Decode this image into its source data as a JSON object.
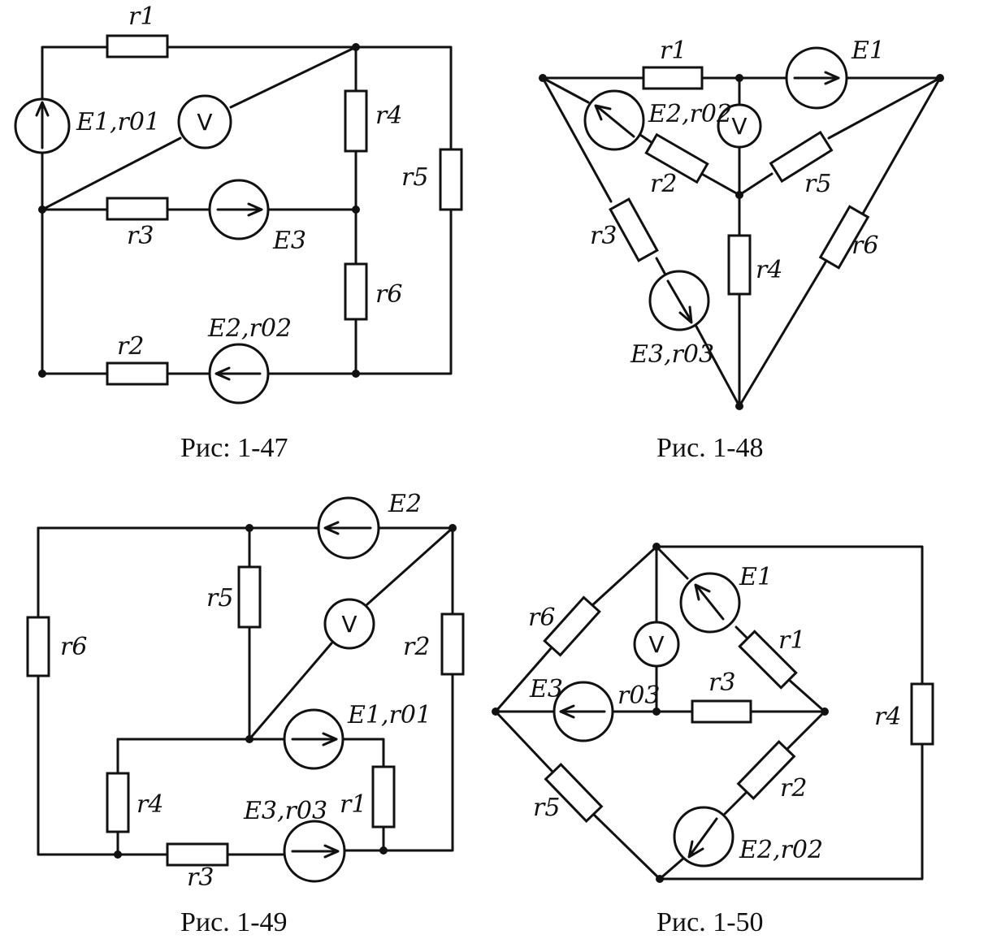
{
  "figures": [
    {
      "id": "fig-1-47",
      "caption": "Рис: 1-47",
      "labels": {
        "r1": "r1",
        "e1": "E1,r01",
        "v": "V",
        "r4": "r4",
        "r5": "r5",
        "r3": "r3",
        "e3": "E3",
        "r6": "r6",
        "r2": "r2",
        "e2": "E2,r02"
      }
    },
    {
      "id": "fig-1-48",
      "caption": "Рис. 1-48",
      "labels": {
        "r1": "r1",
        "e1": "E1",
        "e2": "E2,r02",
        "v": "V",
        "r2": "r2",
        "r5": "r5",
        "r3": "r3",
        "r4": "r4",
        "r6": "r6",
        "e3": "E3,r03"
      }
    },
    {
      "id": "fig-1-49",
      "caption": "Рис. 1-49",
      "labels": {
        "e2": "E2",
        "r5": "r5",
        "v": "V",
        "r6": "r6",
        "r2": "r2",
        "e1": "E1,r01",
        "r4": "r4",
        "r1": "r1",
        "e3": "E3,r03",
        "r3": "r3"
      }
    },
    {
      "id": "fig-1-50",
      "caption": "Рис. 1-50",
      "labels": {
        "e1": "E1",
        "r6": "r6",
        "v": "V",
        "r1": "r1",
        "e3": "E3",
        "r03": "r03",
        "r3": "r3",
        "r4": "r4",
        "r5": "r5",
        "r2": "r2",
        "e2": "E2,r02"
      }
    }
  ]
}
